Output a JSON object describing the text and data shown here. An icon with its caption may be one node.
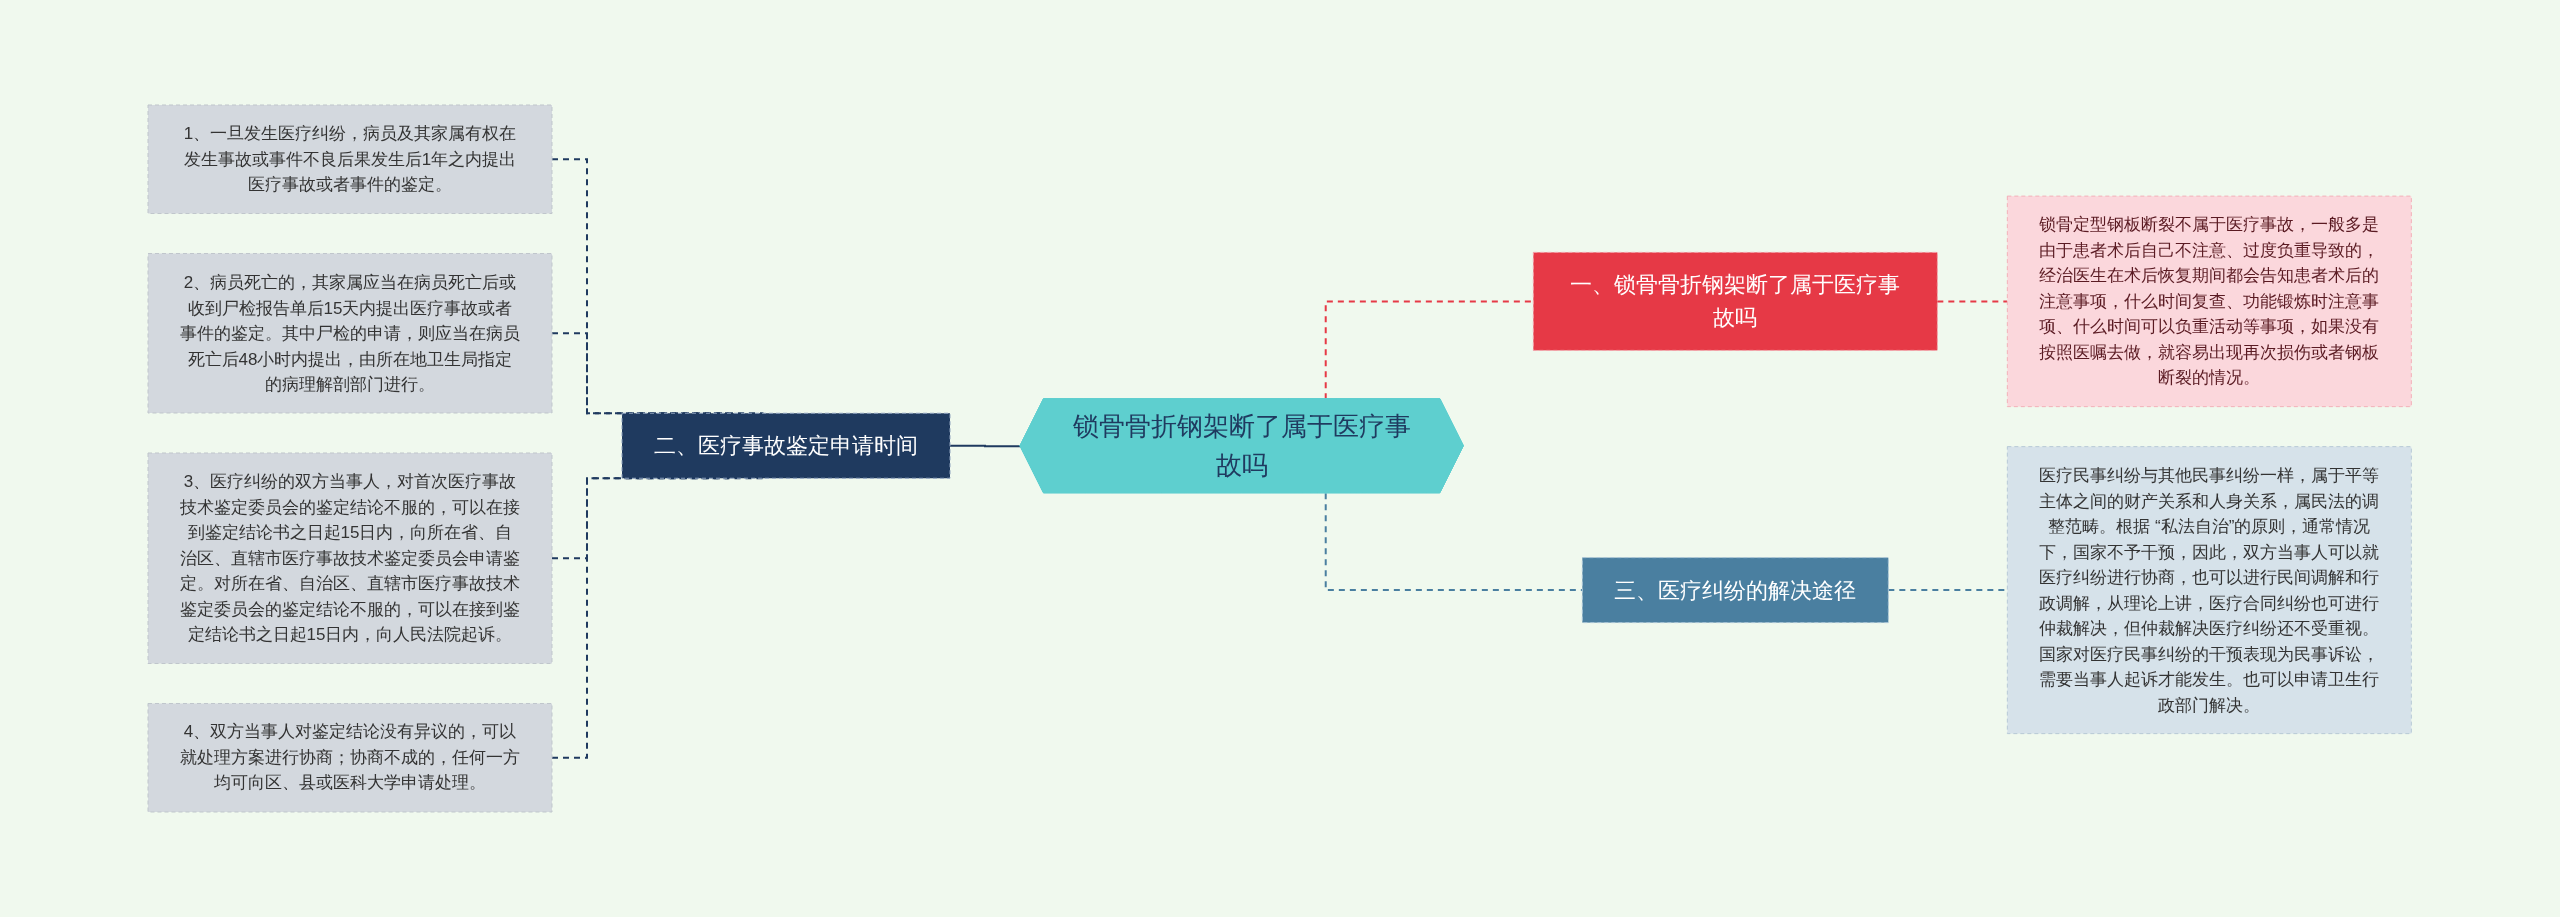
{
  "diagram": {
    "nodes": [
      {
        "text": [
          "锁骨骨折钢架断了属于医疗事故吗"
        ]
      },
      {
        "text": [
          "二、医疗事故鉴定申请时间"
        ]
      },
      {
        "text": [
          "1、一旦发生医疗纠纷，病员及其家属有权在发生事故或事件不良后果发生后1年之内提出医疗事故或者事件的鉴定。"
        ]
      },
      {
        "text": [
          "2、病员死亡的，其家属应当在病员死亡后或收到尸检报告单后15天内提出医疗事故或者事件的鉴定。其中尸检的申请，则应当在病员死亡后48小时内提出，由所在地卫生局指定的病理解剖部门进行。"
        ]
      },
      {
        "text": [
          "3、医疗纠纷的双方当事人，对首次医疗事故技术鉴定委员会的鉴定结论不服的，可以在接到鉴定结论书之日起15日内，向所在省、自治区、直辖市医疗事故技术鉴定委员会申请鉴定。对所在省、自治区、直辖市医疗事故技术鉴定委员会的鉴定结论不服的，可以在接到鉴定结论书之日起15日内，向人民法院起诉。"
        ]
      },
      {
        "text": [
          "4、双方当事人对鉴定结论没有异议的，可以就处理方案进行协商；协商不成的，任何一方均可向区、县或医科大学申请处理。"
        ]
      },
      {
        "text": [
          "一、锁骨骨折钢架断了属于医疗事故吗"
        ]
      },
      {
        "text": [
          "锁骨定型钢板断裂不属于医疗事故，一般多是由于患者术后自己不注意、过度负重导致的，经治医生在术后恢复期间都会告知患者术后的注意事项，什么时间复查、功能锻炼时注意事项、什么时间可以负重活动等事项，如果没有按照医嘱去做，就容易出现再次损伤或者钢板断裂的情况。"
        ]
      },
      {
        "text": [
          "三、医疗纠纷的解决途径"
        ]
      },
      {
        "text": [
          "医疗民事纠纷与其他民事纠纷一样，属于平等主体之间的财产关系和人身关系，属民法的调整范畴。根据 “私法自治”的原则，通常情况下，国家不予干预，因此，双方当事人可以就医疗纠纷进行协商，也可以进行民间调解和行政调解，从理论上讲，医疗合同纠纷也可进行仲裁解决，但仲裁解决医疗纠纷还不受重视。国家对医疗民事纠纷的干预表现为民事诉讼，需要当事人起诉才能发生。也可以申请卫生行政部门解决。"
        ]
      }
    ],
    "edges": [
      {
        "from": 2,
        "to": 1,
        "arrow": "none",
        "style": "dashed",
        "color": "#1f3a5f"
      },
      {
        "from": 3,
        "to": 1,
        "arrow": "none",
        "style": "dashed",
        "color": "#1f3a5f"
      },
      {
        "from": 4,
        "to": 1,
        "arrow": "none",
        "style": "dashed",
        "color": "#1f3a5f"
      },
      {
        "from": 5,
        "to": 1,
        "arrow": "none",
        "style": "dashed",
        "color": "#1f3a5f"
      },
      {
        "from": 1,
        "to": 0,
        "arrow": "none",
        "color": "#1f3a5f"
      },
      {
        "from": 0,
        "to": 6,
        "arrow": "none",
        "style": "dashed",
        "color": "#e63946"
      },
      {
        "from": 6,
        "to": 7,
        "arrow": "none",
        "style": "dashed",
        "color": "#e63946"
      },
      {
        "from": 0,
        "to": 8,
        "arrow": "none",
        "style": "dashed",
        "color": "#4a7fa0"
      },
      {
        "from": 8,
        "to": 9,
        "arrow": "none",
        "style": "dashed",
        "color": "#4a7fa0"
      }
    ]
  }
}
